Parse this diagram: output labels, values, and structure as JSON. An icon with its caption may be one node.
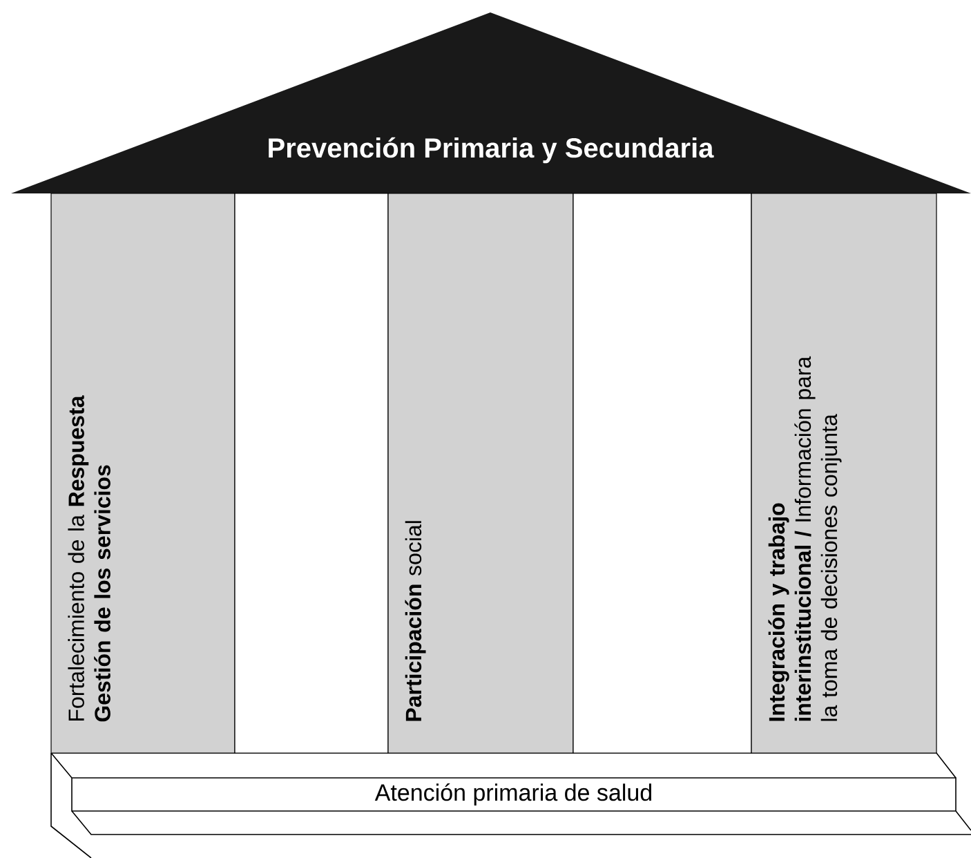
{
  "diagram": {
    "nodes": [
      {
        "text": [
          "Prevención Primaria y Secundaria"
        ]
      },
      {
        "text": [
          "Fortalecimiento de la **Respuesta**",
          "Gestión de los servicios"
        ]
      },
      {
        "text": [],
        "shape": "box"
      },
      {
        "text": [
          "**Participación** social"
        ]
      },
      {
        "text": [],
        "shape": "box"
      },
      {
        "text": [
          "**Integración y trabajo interinstitucional /** Información para la toma de decisiones conjunta"
        ]
      },
      {
        "text": [
          "Atención primaria de salud"
        ]
      }
    ]
  }
}
